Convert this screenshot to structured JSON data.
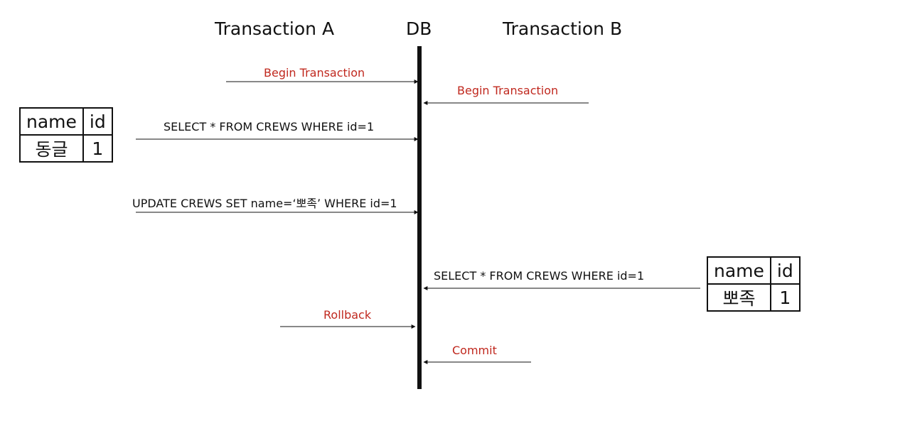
{
  "headers": {
    "transaction_a": "Transaction A",
    "db": "DB",
    "transaction_b": "Transaction B"
  },
  "messages": [
    {
      "text": "Begin Transaction",
      "from": "Transaction A",
      "to": "DB",
      "color": "#c0281e"
    },
    {
      "text": "Begin Transaction",
      "from": "Transaction B",
      "to": "DB",
      "color": "#c0281e"
    },
    {
      "text": "SELECT * FROM CREWS WHERE id=1",
      "from": "Transaction A",
      "to": "DB",
      "color": "#111111"
    },
    {
      "text": "UPDATE CREWS SET name=‘뽀족’ WHERE id=1",
      "from": "Transaction A",
      "to": "DB",
      "color": "#111111"
    },
    {
      "text": "SELECT * FROM CREWS WHERE id=1",
      "from": "Transaction B",
      "to": "DB",
      "color": "#111111"
    },
    {
      "text": "Rollback",
      "from": "Transaction A",
      "to": "DB",
      "color": "#c0281e"
    },
    {
      "text": "Commit",
      "from": "Transaction B",
      "to": "DB",
      "color": "#c0281e"
    }
  ],
  "table_a": {
    "headers": [
      "name",
      "id"
    ],
    "row": [
      "동글",
      "1"
    ]
  },
  "table_b": {
    "headers": [
      "name",
      "id"
    ],
    "row": [
      "뽀족",
      "1"
    ]
  }
}
